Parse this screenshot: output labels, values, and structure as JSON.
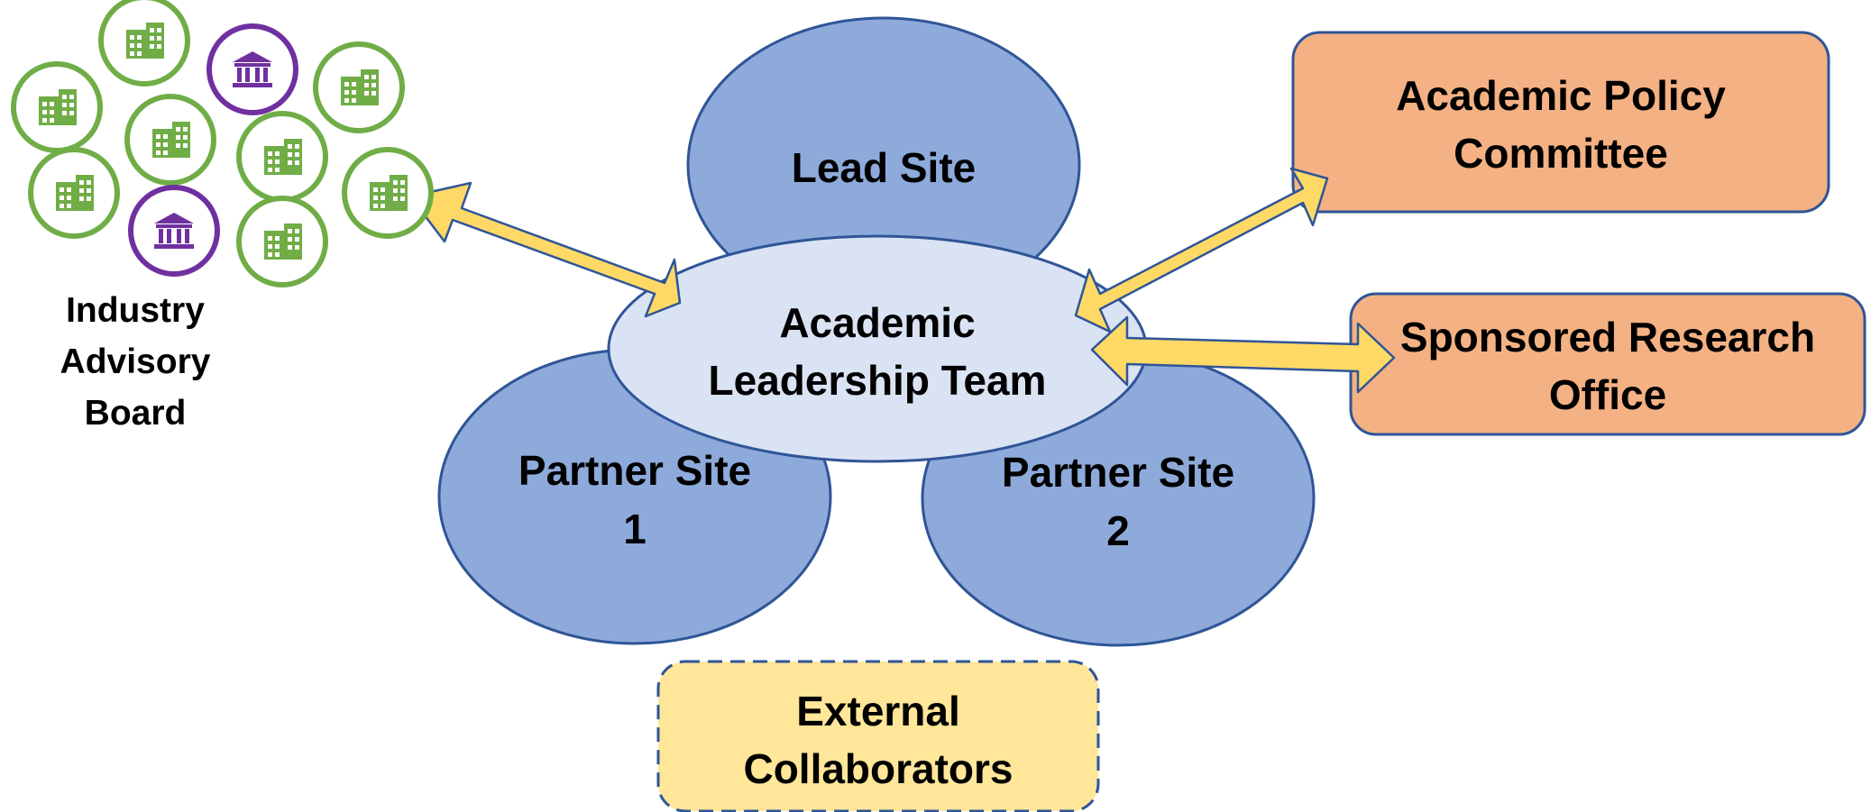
{
  "colors": {
    "site_fill": "#8eaadb",
    "site_stroke": "#2f5597",
    "team_fill": "#dae3f3",
    "committee_fill": "#f4b183",
    "external_fill": "#ffe699",
    "arrow_fill": "#ffd966",
    "arrow_stroke": "#2f5597",
    "company_ring": "#70ad47",
    "university_ring": "#7030a0"
  },
  "lead_site": {
    "label": "Lead Site"
  },
  "leadership_team": {
    "line1": "Academic",
    "line2": "Leadership Team"
  },
  "partner_site_1": {
    "line1": "Partner Site",
    "line2": "1"
  },
  "partner_site_2": {
    "line1": "Partner Site",
    "line2": "2"
  },
  "policy_committee": {
    "line1": "Academic Policy",
    "line2": "Committee"
  },
  "research_office": {
    "line1": "Sponsored Research",
    "line2": "Office"
  },
  "external": {
    "line1": "External",
    "line2": "Collaborators"
  },
  "industry_board": {
    "line1": "Industry",
    "line2": "Advisory",
    "line3": "Board"
  },
  "board_members": {
    "icons": [
      "building-icon",
      "university-icon",
      "building-icon",
      "building-icon",
      "building-icon",
      "building-icon",
      "building-icon",
      "building-icon",
      "university-icon",
      "building-icon"
    ]
  }
}
